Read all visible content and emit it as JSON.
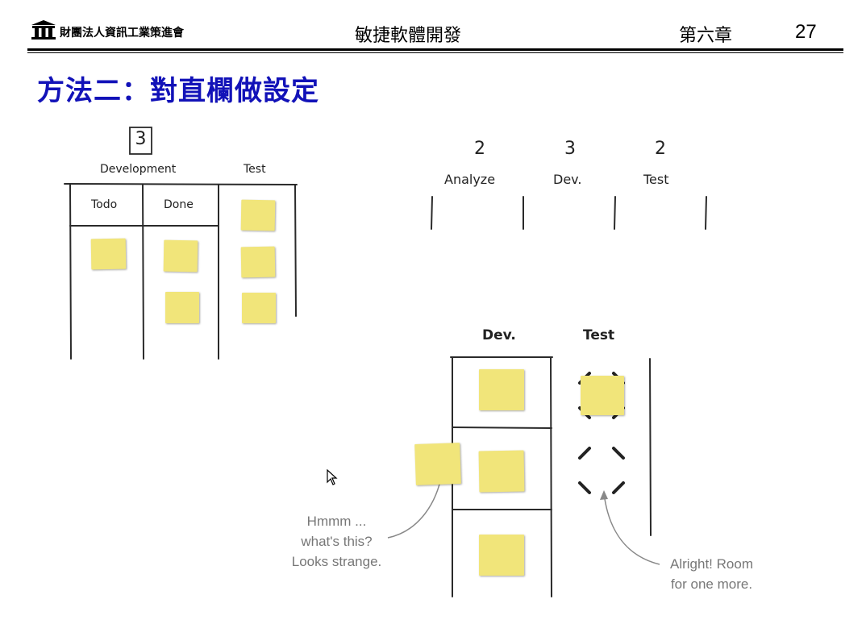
{
  "header": {
    "org": "財團法人資訊工業策進會",
    "course": "敏捷軟體開發",
    "chapter": "第六章",
    "page": "27"
  },
  "title": "方法二：對直欄做設定",
  "board_left": {
    "wip_limit": "3",
    "group_label": "Development",
    "test_label": "Test",
    "col_todo": "Todo",
    "col_done": "Done"
  },
  "board_right_top": {
    "limits": [
      "2",
      "3",
      "2"
    ],
    "columns": [
      "Analyze",
      "Dev.",
      "Test"
    ]
  },
  "board_bottom": {
    "col_dev": "Dev.",
    "col_test": "Test",
    "caption_left": [
      "Hmmm ...",
      "what's this?",
      "Looks strange."
    ],
    "caption_right": [
      "Alright! Room",
      "for one more."
    ]
  },
  "colors": {
    "title": "#1212b8",
    "sticky": "#f1e57a",
    "caption": "#777777"
  }
}
